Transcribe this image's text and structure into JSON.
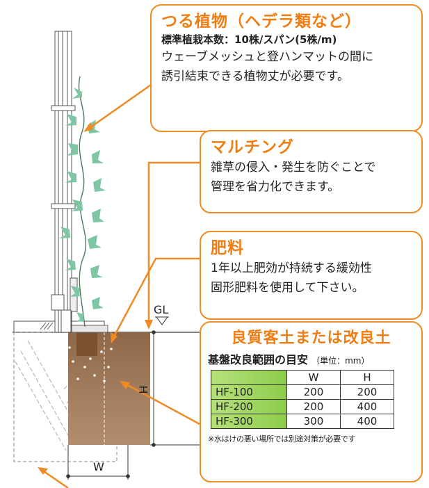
{
  "callouts": {
    "vine": {
      "title": "つる植物（ヘデラ類など）",
      "subtitle": "標準植栽本数：10株/スパン(5株/m)",
      "lines": [
        "ウェーブメッシュと登ハンマットの間に",
        "誘引結束できる植物丈が必要です。"
      ]
    },
    "mulch": {
      "title": "マルチング",
      "lines": [
        "雑草の侵入・発生を防ぐことで",
        "管理を省力化できます。"
      ]
    },
    "fertilizer": {
      "title": "肥料",
      "lines": [
        "1年以上肥効が持続する緩効性",
        "固形肥料を使用して下さい。"
      ]
    },
    "soil": {
      "title": "良質客土または改良土",
      "table_title": "基盤改良範囲の目安",
      "unit": "（単位：mm）",
      "columns": [
        "",
        "W",
        "H"
      ],
      "rows": [
        {
          "name": "HF-100",
          "W": "200",
          "H": "200"
        },
        {
          "name": "HF-200",
          "W": "200",
          "H": "400"
        },
        {
          "name": "HF-300",
          "W": "300",
          "H": "400"
        }
      ],
      "note": "※水はけの悪い場所では別途対策が必要です"
    }
  },
  "labels": {
    "gl": "GL",
    "h": "H",
    "w": "W"
  },
  "colors": {
    "accent": "#f08a24",
    "soil": "#9e7a5c",
    "leaf": "#7fc6a4",
    "table_header": "#9fd45f"
  }
}
